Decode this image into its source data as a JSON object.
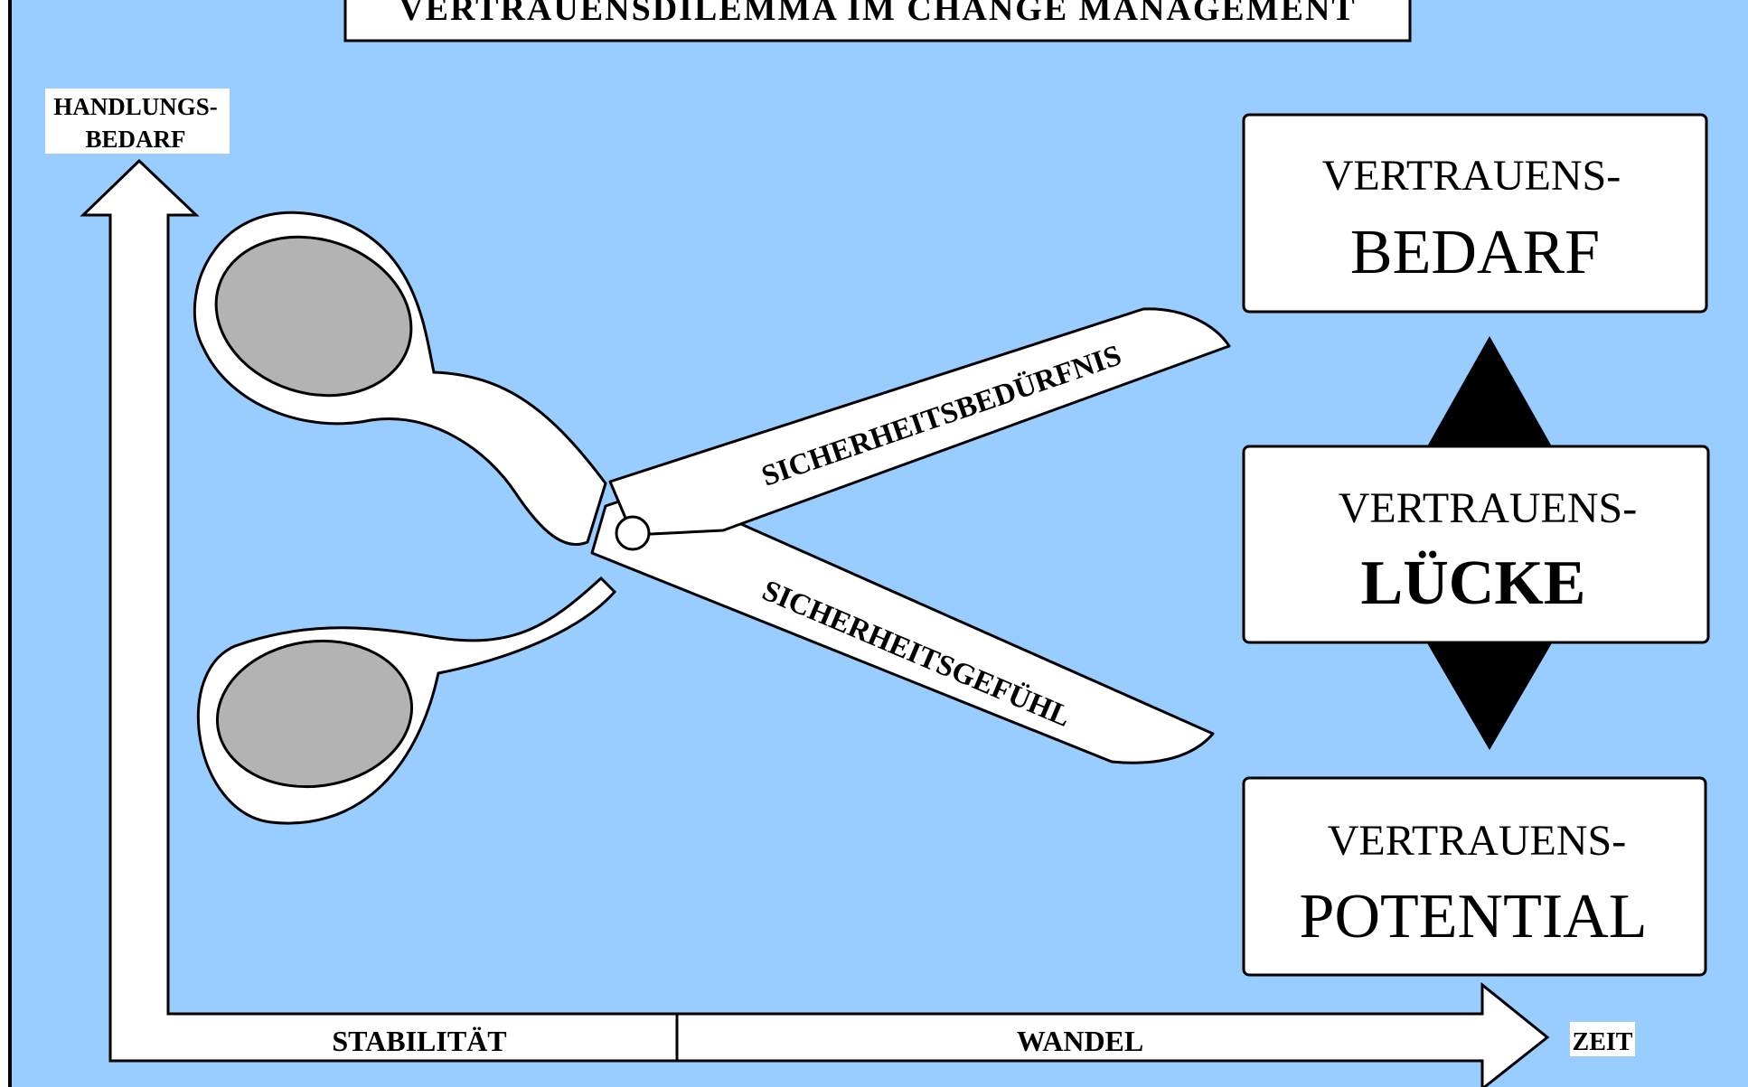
{
  "title": "VERTRAUENSDILEMMA IM CHANGE MANAGEMENT",
  "y_axis_label": {
    "line1": "HANDLUNGS-",
    "line2": "BEDARF"
  },
  "x_axis": {
    "segment_left": "STABILITÄT",
    "segment_right": "WANDEL",
    "end_label": "ZEIT"
  },
  "scissors": {
    "upper_blade_label": "SICHERHEITSBEDÜRFNIS",
    "lower_blade_label": "SICHERHEITSGEFÜHL"
  },
  "boxes": [
    {
      "prefix": "VERTRAUENS-",
      "word": "BEDARF"
    },
    {
      "prefix": "VERTRAUENS-",
      "word": "LÜCKE"
    },
    {
      "prefix": "VERTRAUENS-",
      "word": "POTENTIAL"
    }
  ],
  "colors": {
    "background": "#99ccff",
    "outline": "#000000",
    "fill": "#ffffff",
    "handle_hole": "#b3b3b3",
    "arrow_marker": "#000000"
  }
}
